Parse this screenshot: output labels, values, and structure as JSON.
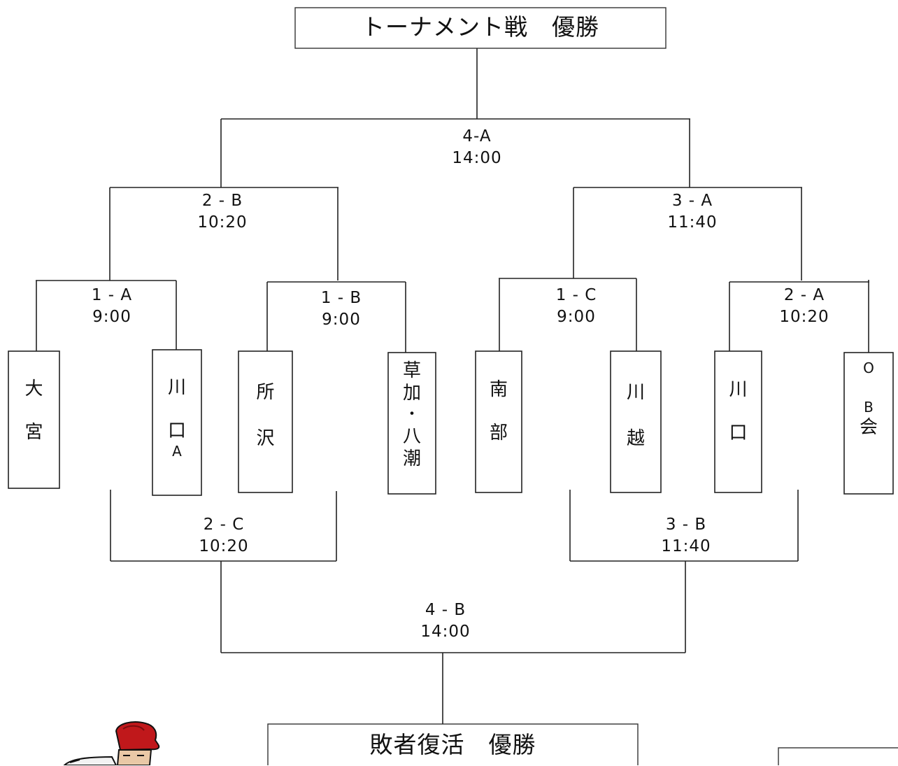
{
  "titles": {
    "winner": "トーナメント戦　優勝",
    "consolation": "敗者復活　優勝"
  },
  "matches": {
    "final": {
      "id": "4-A",
      "time": "14:00"
    },
    "semi_l": {
      "id": "2 - B",
      "time": "10:20"
    },
    "semi_r": {
      "id": "3 - A",
      "time": "11:40"
    },
    "q1": {
      "id": "1 - A",
      "time": "9:00"
    },
    "q2": {
      "id": "1 - B",
      "time": "9:00"
    },
    "q3": {
      "id": "1 - C",
      "time": "9:00"
    },
    "q4": {
      "id": "2 - A",
      "time": "10:20"
    },
    "cons_l": {
      "id": "2 - C",
      "time": "10:20"
    },
    "cons_r": {
      "id": "3 - B",
      "time": "11:40"
    },
    "cons_f": {
      "id": "4 - B",
      "time": "14:00"
    }
  },
  "teams": {
    "omiya": {
      "c1": "大",
      "c2": "宮"
    },
    "kawaguchi_a": {
      "c1": "川",
      "c2": "口",
      "c3": "A"
    },
    "tokorozawa": {
      "c1": "所",
      "c2": "沢"
    },
    "soka_yashio": {
      "c1": "草",
      "c2": "加",
      "c3": "・",
      "c4": "八",
      "c5": "潮"
    },
    "nanbu": {
      "c1": "南",
      "c2": "部"
    },
    "kawagoe": {
      "c1": "川",
      "c2": "越"
    },
    "kawaguchi": {
      "c1": "川",
      "c2": "口"
    },
    "ob": {
      "c1": "O",
      "c2": "B",
      "c3": "会"
    }
  },
  "colors": {
    "line": "#222222",
    "cap": "#c0181b"
  },
  "icons": {
    "mascot": "baseball-player-icon"
  }
}
